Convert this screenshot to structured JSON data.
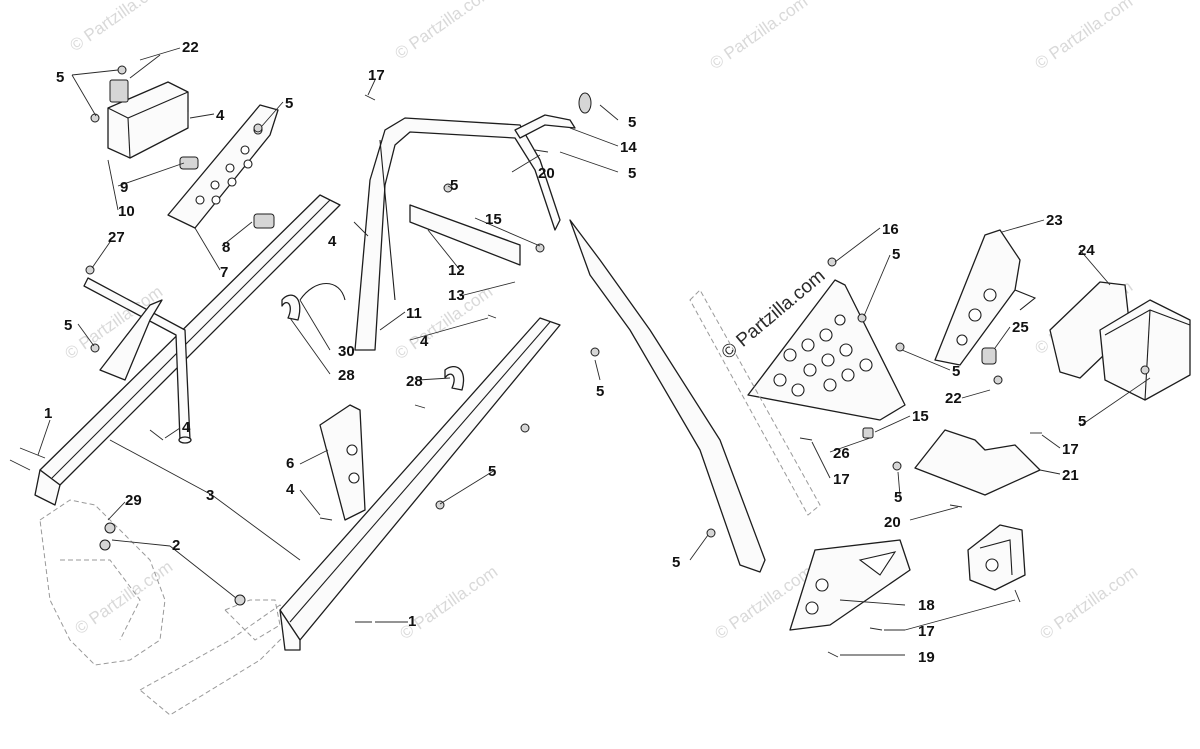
{
  "watermark": {
    "text": "© Partzilla.com",
    "color": "#d9d9d9",
    "featured_color": "#2a2a2a"
  },
  "diagram": {
    "line_color": "#1d1d1d",
    "callouts": [
      {
        "id": "c1",
        "label": "22"
      },
      {
        "id": "c2",
        "label": "5"
      },
      {
        "id": "c3",
        "label": "4"
      },
      {
        "id": "c4",
        "label": "5"
      },
      {
        "id": "c5",
        "label": "9"
      },
      {
        "id": "c6",
        "label": "10"
      },
      {
        "id": "c7",
        "label": "8"
      },
      {
        "id": "c8",
        "label": "7"
      },
      {
        "id": "c9",
        "label": "27"
      },
      {
        "id": "c10",
        "label": "5"
      },
      {
        "id": "c11",
        "label": "1"
      },
      {
        "id": "c12",
        "label": "4"
      },
      {
        "id": "c13",
        "label": "29"
      },
      {
        "id": "c14",
        "label": "2"
      },
      {
        "id": "c15",
        "label": "3"
      },
      {
        "id": "c16",
        "label": "6"
      },
      {
        "id": "c17",
        "label": "4"
      },
      {
        "id": "c18",
        "label": "1"
      },
      {
        "id": "c19",
        "label": "17"
      },
      {
        "id": "c20",
        "label": "5"
      },
      {
        "id": "c21",
        "label": "4"
      },
      {
        "id": "c22",
        "label": "15"
      },
      {
        "id": "c23",
        "label": "12"
      },
      {
        "id": "c24",
        "label": "13"
      },
      {
        "id": "c25",
        "label": "11"
      },
      {
        "id": "c26",
        "label": "4"
      },
      {
        "id": "c27",
        "label": "30"
      },
      {
        "id": "c28",
        "label": "28"
      },
      {
        "id": "c29",
        "label": "28"
      },
      {
        "id": "c30",
        "label": "5"
      },
      {
        "id": "c31",
        "label": "5"
      },
      {
        "id": "c32",
        "label": "14"
      },
      {
        "id": "c33",
        "label": "20"
      },
      {
        "id": "c34",
        "label": "5"
      },
      {
        "id": "c35",
        "label": "5"
      },
      {
        "id": "c36",
        "label": "16"
      },
      {
        "id": "c37",
        "label": "5"
      },
      {
        "id": "c38",
        "label": "23"
      },
      {
        "id": "c39",
        "label": "24"
      },
      {
        "id": "c40",
        "label": "25"
      },
      {
        "id": "c41",
        "label": "5"
      },
      {
        "id": "c42",
        "label": "22"
      },
      {
        "id": "c43",
        "label": "5"
      },
      {
        "id": "c44",
        "label": "15"
      },
      {
        "id": "c45",
        "label": "26"
      },
      {
        "id": "c46",
        "label": "17"
      },
      {
        "id": "c47",
        "label": "17"
      },
      {
        "id": "c48",
        "label": "21"
      },
      {
        "id": "c49",
        "label": "5"
      },
      {
        "id": "c50",
        "label": "20"
      },
      {
        "id": "c51",
        "label": "5"
      },
      {
        "id": "c52",
        "label": "18"
      },
      {
        "id": "c53",
        "label": "17"
      },
      {
        "id": "c54",
        "label": "19"
      }
    ]
  }
}
